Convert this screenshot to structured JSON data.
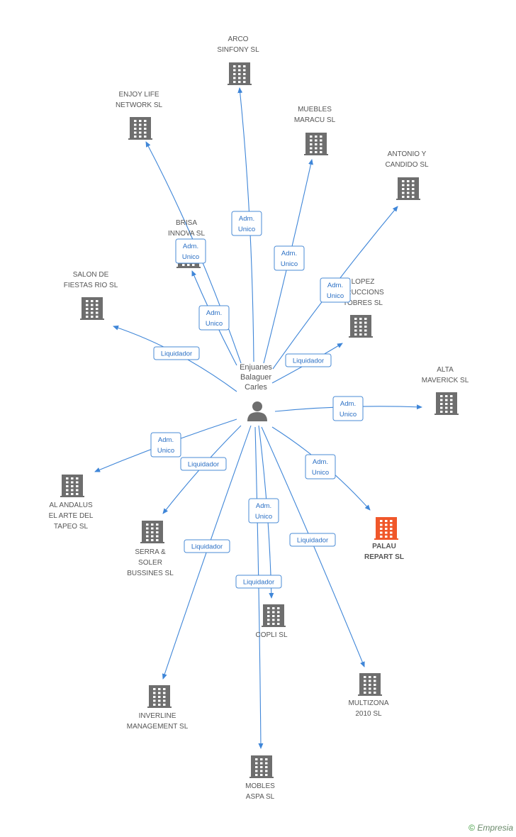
{
  "center": {
    "name": [
      "Enjuanes",
      "Balaguer",
      "Carles"
    ],
    "icon": "person-icon"
  },
  "companies": [
    {
      "id": "arco",
      "lines": [
        "ARCO",
        "SINFONY SL"
      ],
      "highlight": false
    },
    {
      "id": "enjoy",
      "lines": [
        "ENJOY LIFE",
        "NETWORK SL"
      ],
      "highlight": false
    },
    {
      "id": "muebles",
      "lines": [
        "MUEBLES",
        "MARACU SL"
      ],
      "highlight": false
    },
    {
      "id": "antonio",
      "lines": [
        "ANTONIO Y",
        "CANDIDO SL"
      ],
      "highlight": false
    },
    {
      "id": "brisa",
      "lines": [
        "BRISA",
        "INNOVA SL"
      ],
      "highlight": false
    },
    {
      "id": "salon",
      "lines": [
        "SALON DE",
        "FIESTAS RIO SL"
      ],
      "highlight": false
    },
    {
      "id": "lopez",
      "lines": [
        "LOPEZ",
        "TRUCCIONS",
        "TOBRES SL"
      ],
      "highlight": false
    },
    {
      "id": "alta",
      "lines": [
        "ALTA",
        "MAVERICK SL"
      ],
      "highlight": false
    },
    {
      "id": "alandalus",
      "lines": [
        "AL ANDALUS",
        "EL ARTE DEL",
        "TAPEO SL"
      ],
      "highlight": false
    },
    {
      "id": "serra",
      "lines": [
        "SERRA &",
        "SOLER",
        "BUSSINES SL"
      ],
      "highlight": false
    },
    {
      "id": "palau",
      "lines": [
        "PALAU",
        "REPART SL"
      ],
      "highlight": true
    },
    {
      "id": "copli",
      "lines": [
        "COPLI SL"
      ],
      "highlight": false
    },
    {
      "id": "multizona",
      "lines": [
        "MULTIZONA",
        "2010 SL"
      ],
      "highlight": false
    },
    {
      "id": "inverline",
      "lines": [
        "INVERLINE",
        "MANAGEMENT SL"
      ],
      "highlight": false
    },
    {
      "id": "mobles",
      "lines": [
        "MOBLES",
        "ASPA SL"
      ],
      "highlight": false
    }
  ],
  "edges": [
    {
      "to": "arco",
      "label": [
        "Adm.",
        "Unico"
      ]
    },
    {
      "to": "enjoy",
      "label": [
        "Adm.",
        "Unico"
      ]
    },
    {
      "to": "muebles",
      "label": [
        "Adm.",
        "Unico"
      ]
    },
    {
      "to": "antonio",
      "label": [
        "Adm.",
        "Unico"
      ]
    },
    {
      "to": "brisa",
      "label": [
        "Adm.",
        "Unico"
      ]
    },
    {
      "to": "salon",
      "label": [
        "Liquidador"
      ]
    },
    {
      "to": "lopez",
      "label": [
        "Liquidador"
      ]
    },
    {
      "to": "alta",
      "label": [
        "Adm.",
        "Unico"
      ]
    },
    {
      "to": "alandalus",
      "label": [
        "Adm.",
        "Unico"
      ]
    },
    {
      "to": "serra",
      "label": [
        "Liquidador"
      ]
    },
    {
      "to": "palau",
      "label": [
        "Adm.",
        "Unico"
      ]
    },
    {
      "to": "copli",
      "label": [
        "Adm.",
        "Unico"
      ]
    },
    {
      "to": "multizona",
      "label": [
        "Liquidador"
      ]
    },
    {
      "to": "inverline",
      "label": [
        "Liquidador"
      ]
    },
    {
      "to": "mobles",
      "label": [
        "Liquidador"
      ]
    }
  ],
  "colors": {
    "edge": "#3f86d8",
    "building": "#6e6e6e",
    "building_highlight": "#f0572a",
    "label_text": "#2a6fc4"
  },
  "footer": {
    "copyright": "©",
    "brand": "Empresia"
  }
}
